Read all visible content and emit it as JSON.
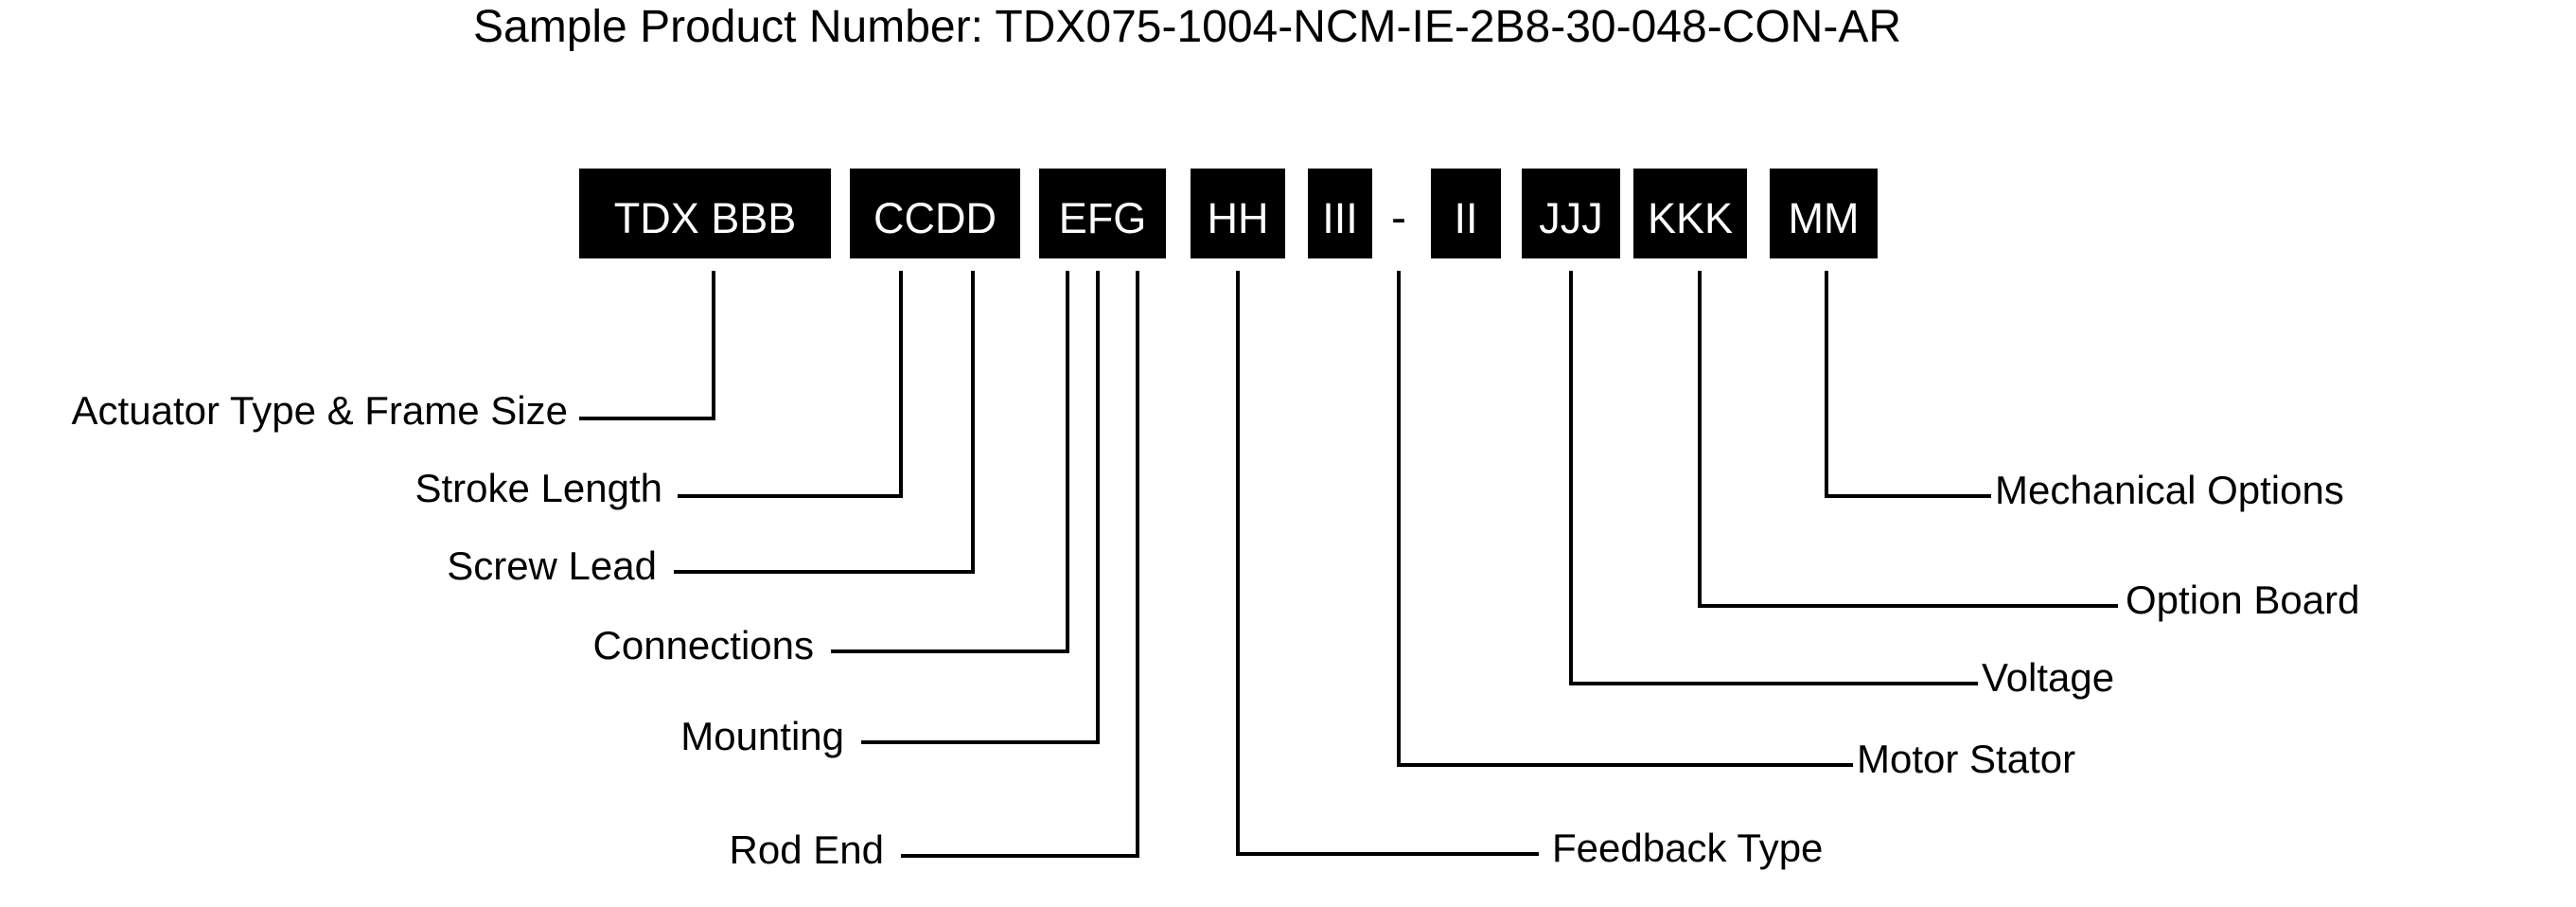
{
  "title": "Sample Product Number: TDX075-1004-NCM-IE-2B8-30-048-CON-AR",
  "code_segments": [
    {
      "id": "tdx-bbb",
      "text": "TDX BBB"
    },
    {
      "id": "ccdd",
      "text": "CCDD"
    },
    {
      "id": "efg",
      "text": "EFG"
    },
    {
      "id": "hh",
      "text": "HH"
    },
    {
      "id": "iii",
      "text": "III"
    },
    {
      "id": "dash",
      "text": "-"
    },
    {
      "id": "ii",
      "text": "II"
    },
    {
      "id": "jjj",
      "text": "JJJ"
    },
    {
      "id": "kkk",
      "text": "KKK"
    },
    {
      "id": "mm",
      "text": "MM"
    }
  ],
  "labels": {
    "actuator_type": "Actuator Type & Frame Size",
    "stroke_length": "Stroke Length",
    "screw_lead": "Screw Lead",
    "connections": "Connections",
    "mounting": "Mounting",
    "rod_end": "Rod End",
    "feedback_type": "Feedback Type",
    "motor_stator": "Motor Stator",
    "voltage": "Voltage",
    "option_board": "Option Board",
    "mechanical_options": "Mechanical Options"
  }
}
